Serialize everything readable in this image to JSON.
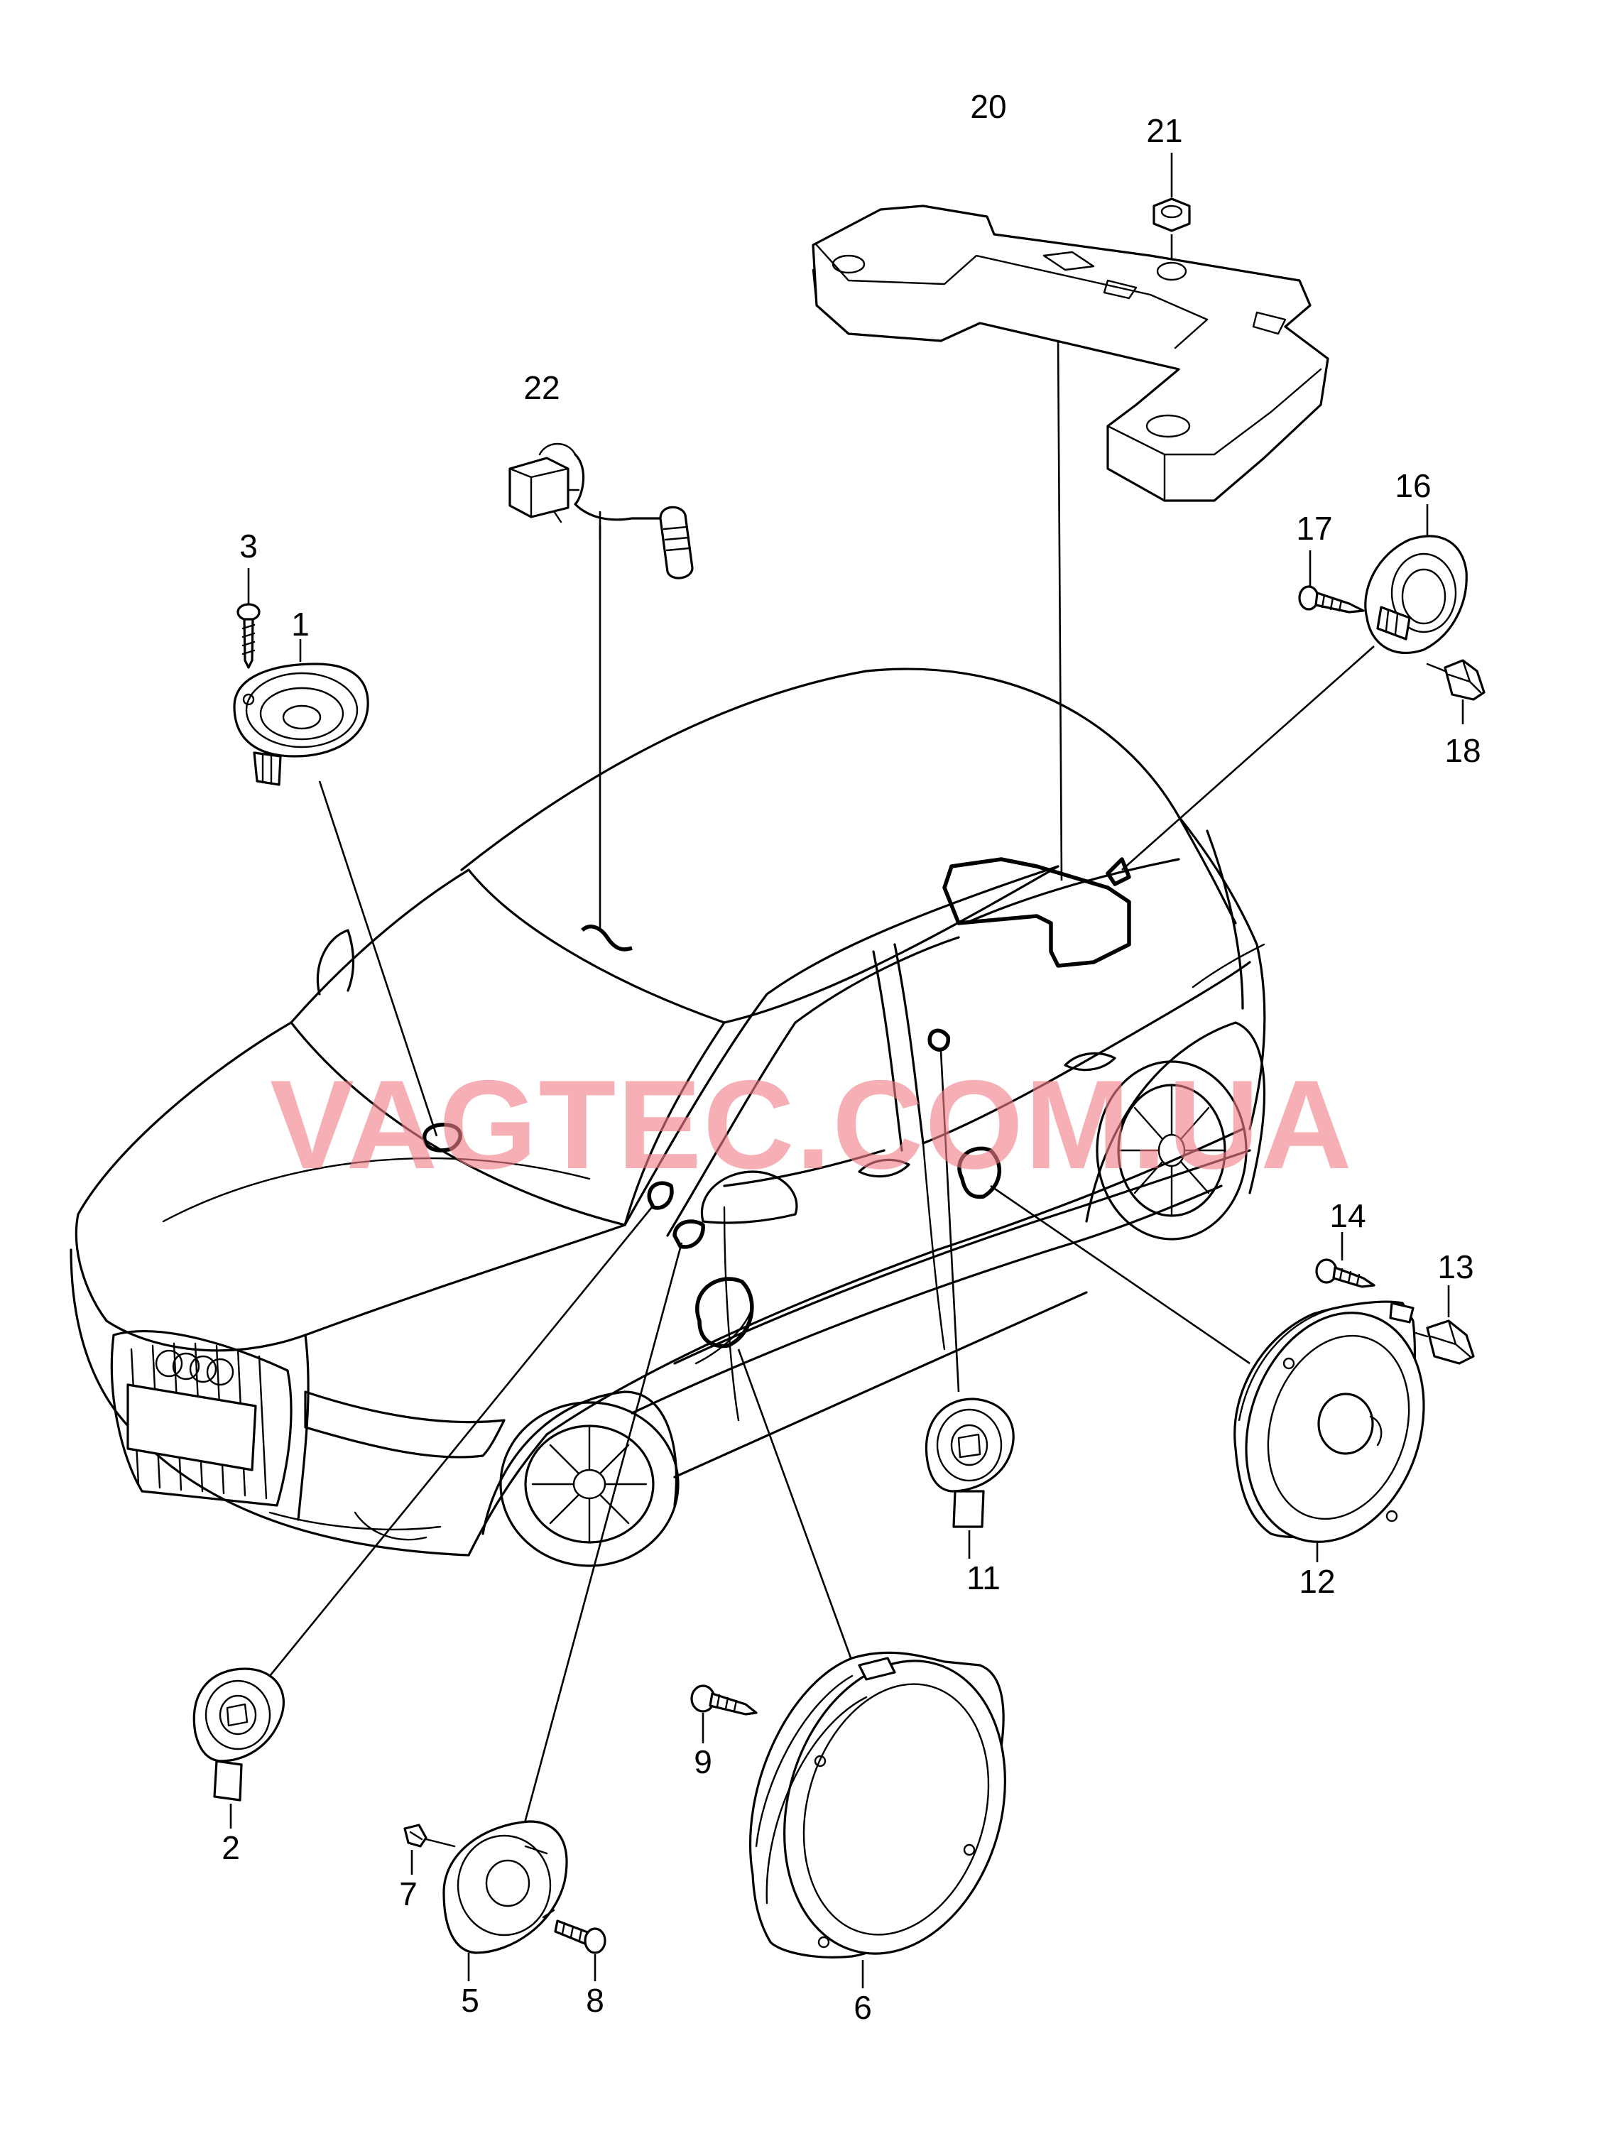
{
  "diagram": {
    "watermark": "VAGTEC.COM.UA",
    "callouts": [
      "1",
      "2",
      "3",
      "5",
      "6",
      "7",
      "8",
      "9",
      "11",
      "12",
      "13",
      "14",
      "16",
      "17",
      "18",
      "20",
      "21",
      "22"
    ]
  }
}
